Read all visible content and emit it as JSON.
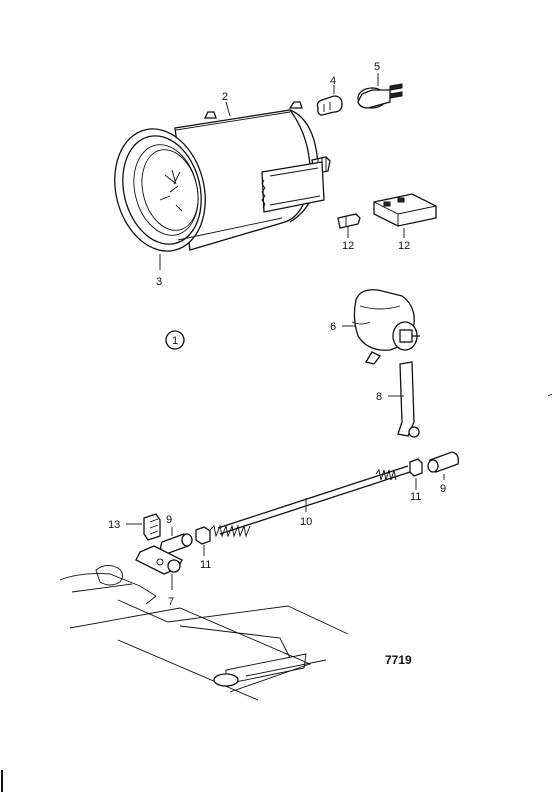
{
  "diagram": {
    "drawing_number": "7719",
    "group_symbol": "1",
    "callouts": {
      "c2": "2",
      "c3": "3",
      "c4": "4",
      "c5": "5",
      "c6": "6",
      "c7": "7",
      "c8": "8",
      "c9a": "9",
      "c9b": "9",
      "c10": "10",
      "c11a": "11",
      "c11b": "11",
      "c12a": "12",
      "c12b": "12",
      "c13": "13"
    }
  }
}
